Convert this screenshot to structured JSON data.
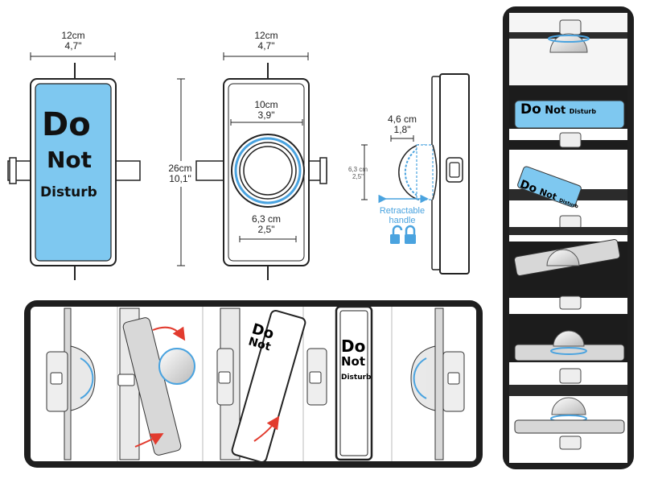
{
  "colors": {
    "accent": "#4aa3df",
    "sign_blue": "#7ec8f0",
    "frame": "#1a1a1a"
  },
  "front_view": {
    "width_cm": "12cm",
    "width_in": "4,7\"",
    "sign": {
      "line1": "Do",
      "line2": "Not",
      "line3": "Disturb"
    }
  },
  "height": {
    "cm": "26cm",
    "in": "10,1\""
  },
  "back_view": {
    "width_cm": "12cm",
    "width_in": "4,7\"",
    "inner_cm": "10cm",
    "inner_in": "3,9\"",
    "knob_cm": "6,3 cm",
    "knob_in": "2,5\""
  },
  "side_view": {
    "depth_cm": "4,6 cm",
    "depth_in": "1,8\"",
    "height_cm": "6,3 cm",
    "height_in": "2,5\"",
    "handle_line1": "Retractable",
    "handle_line2": "handle",
    "lock_icons": [
      "unlock-icon",
      "lock-icon"
    ]
  },
  "sequence_signs": [
    {
      "line1": "Do",
      "line2": "Not",
      "line3": ""
    },
    {
      "line1": "Do",
      "line2": "Not",
      "line3": "Disturb"
    },
    {
      "line1": "Do",
      "line2": "Not",
      "line3": "Disturb"
    },
    {
      "line1": "Do",
      "line2": "Not",
      "line3": "Disturb"
    }
  ]
}
